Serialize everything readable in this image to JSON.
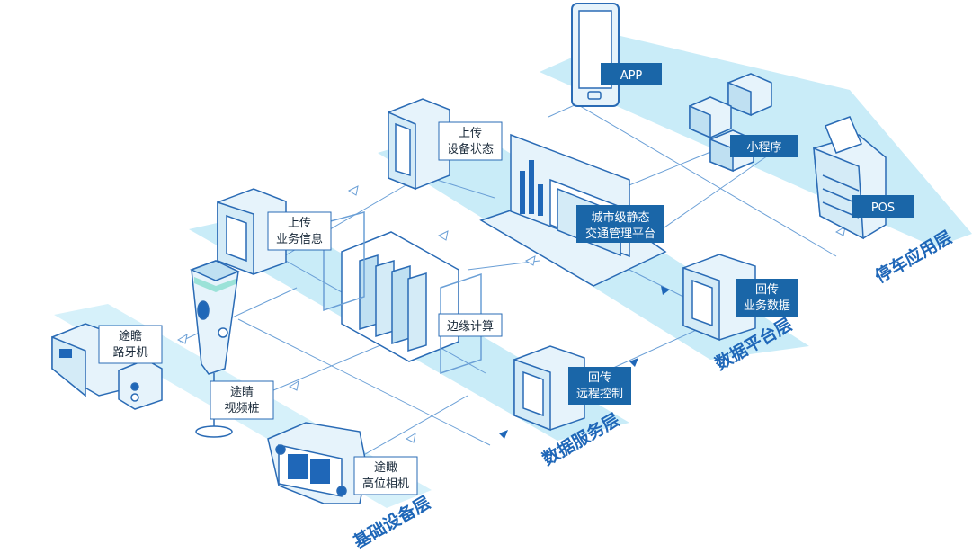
{
  "layers": {
    "app": "停车应用层",
    "platform": "数据平台层",
    "service": "数据服务层",
    "device": "基础设备层"
  },
  "labels": {
    "app": "APP",
    "mini_program": "小程序",
    "pos": "POS",
    "city_platform_line1": "城市级静态",
    "city_platform_line2": "交通管理平台",
    "upload_status_line1": "上传",
    "upload_status_line2": "设备状态",
    "upload_business_line1": "上传",
    "upload_business_line2": "业务信息",
    "edge_compute": "边缘计算",
    "return_business_line1": "回传",
    "return_business_line2": "业务数据",
    "return_remote_line1": "回传",
    "return_remote_line2": "远程控制",
    "bt_device_line1": "途瞻",
    "bt_device_line2": "路牙机",
    "video_pile_line1": "途睛",
    "video_pile_line2": "视频桩",
    "camera_line1": "途瞰",
    "camera_line2": "高位相机"
  },
  "colors": {
    "band": "#c9ecf8",
    "accent": "#1f67b8",
    "dark_label": "#1a66a8",
    "outline": "#2a6bb5",
    "fill_light": "#e6f3fb",
    "fill_mid": "#bfe0f2"
  }
}
